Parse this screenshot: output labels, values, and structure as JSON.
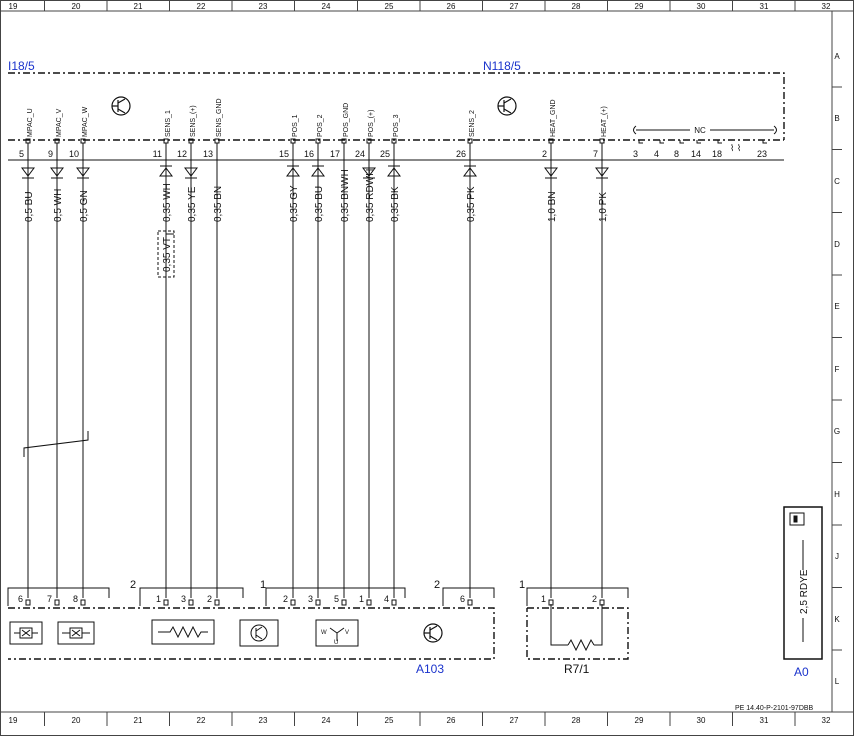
{
  "frame": {
    "columns": [
      "19",
      "20",
      "21",
      "22",
      "23",
      "24",
      "25",
      "26",
      "27",
      "28",
      "29",
      "30",
      "31",
      "32"
    ],
    "rows": [
      "A",
      "B",
      "C",
      "D",
      "E",
      "F",
      "G",
      "H",
      "J",
      "K",
      "L"
    ],
    "drawing_number": "PE 14.40-P-2101-97DBB"
  },
  "components": {
    "left_ref": "I18/5",
    "ecu": "N118/5",
    "connector_bottom": "A103",
    "heater": "R7/1",
    "ground": "A0",
    "ground_wire": "2,5 RDYE",
    "nc_label": "NC"
  },
  "pins": [
    {
      "label": "MPAC_U",
      "num": "5",
      "dir": "down"
    },
    {
      "label": "MPAC_V",
      "num": "9",
      "dir": "down"
    },
    {
      "label": "MPAC_W",
      "num": "10",
      "dir": "down"
    },
    {
      "label": "SENS_1",
      "num": "11",
      "dir": "up"
    },
    {
      "label": "SENS_(+)",
      "num": "12",
      "dir": "down"
    },
    {
      "label": "SENS_GND",
      "num": "13",
      "dir": "none"
    },
    {
      "label": "POS_1",
      "num": "15",
      "dir": "up"
    },
    {
      "label": "POS_2",
      "num": "16",
      "dir": "up"
    },
    {
      "label": "POS_GND",
      "num": "17",
      "dir": "none"
    },
    {
      "label": "POS_(+)",
      "num": "24",
      "dir": "down"
    },
    {
      "label": "POS_3",
      "num": "25",
      "dir": "up"
    },
    {
      "label": "SENS_2",
      "num": "26",
      "dir": "up"
    },
    {
      "label": "HEAT_GND",
      "num": "2",
      "dir": "down"
    },
    {
      "label": "HEAT_(+)",
      "num": "7",
      "dir": "down"
    }
  ],
  "nc_pins": [
    "3",
    "4",
    "8",
    "14",
    "18",
    "23"
  ],
  "wires": [
    "0,5 BU",
    "0,5 WH",
    "0,5 GN",
    "0,35 WH",
    "0,35 YE",
    "0,35 BN",
    "0,35 GY",
    "0,35 BU",
    "0,35 BNWH",
    "0,35 RDWH",
    "0,35 BK",
    "0,35 PK",
    "1,0 BN",
    "1,0 PK"
  ],
  "branch_wire": "0,35 VT",
  "bottom_connectors": [
    {
      "id": "c2a",
      "label": "2",
      "pins": [
        "6",
        "7",
        "8"
      ]
    },
    {
      "id": "c2b",
      "label": "2",
      "pins": [
        "1",
        "3",
        "2"
      ]
    },
    {
      "id": "c1a",
      "label": "1",
      "pins": [
        "2",
        "3",
        "5",
        "1",
        "4"
      ]
    },
    {
      "id": "c2c",
      "label": "2",
      "pins": [
        "6"
      ]
    },
    {
      "id": "c1b",
      "label": "1",
      "pins": [
        "1",
        "2"
      ]
    }
  ],
  "colors": {
    "ink": "#111111",
    "accent": "#1a33cc",
    "frame": "#444444"
  }
}
